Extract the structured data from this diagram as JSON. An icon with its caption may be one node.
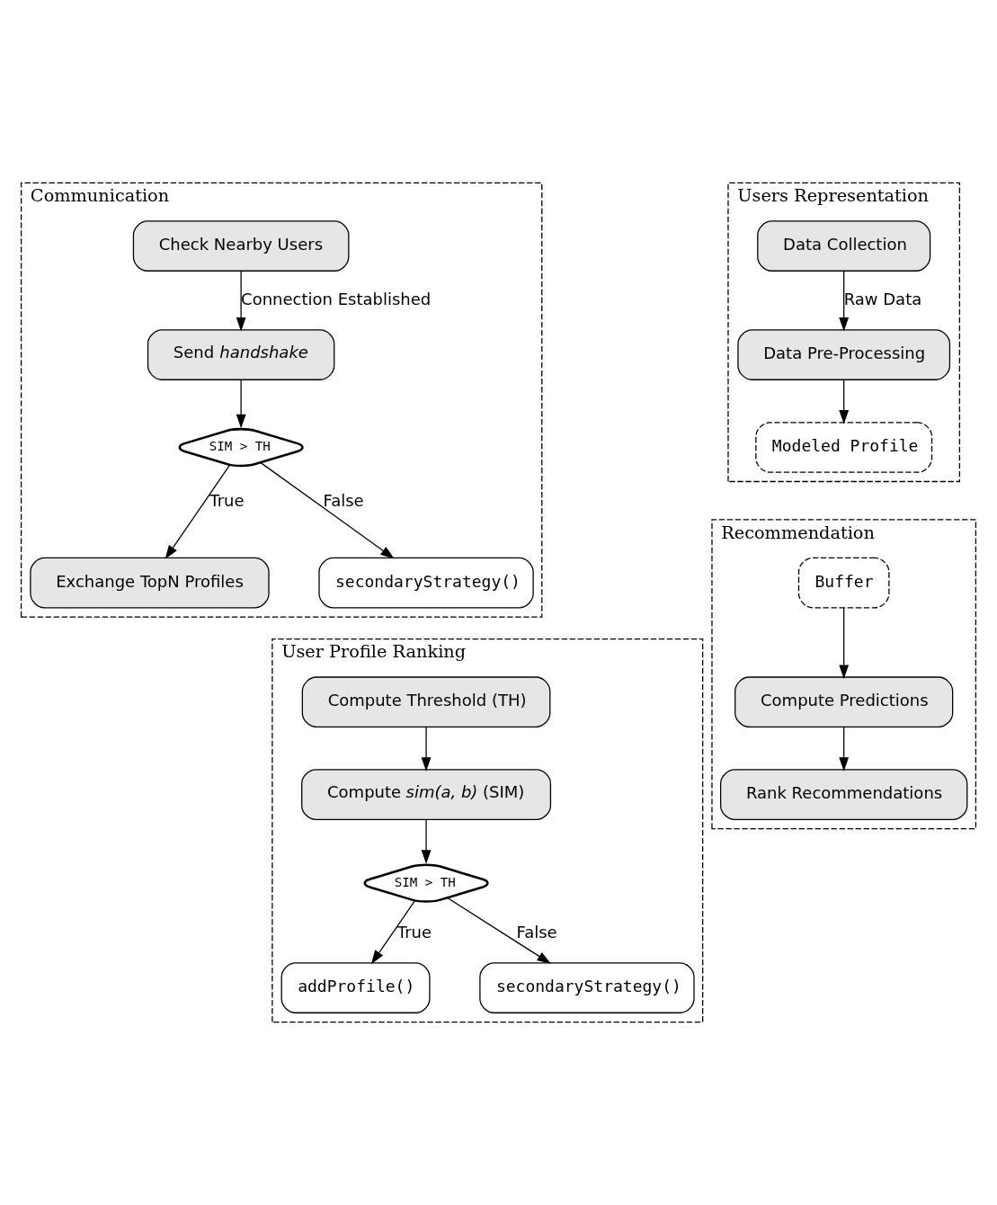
{
  "diagram": {
    "nodes": [
      {
        "text": [
          "Communication"
        ]
      },
      {
        "text": [
          "Check Nearby Users"
        ],
        "in": 0
      },
      {
        "text": [
          "Send *handshake*"
        ],
        "in": 0
      },
      {
        "text": [
          "SIM > TH"
        ],
        "in": 0
      },
      {
        "text": [
          "Exchange TopN Profiles"
        ],
        "in": 0
      },
      {
        "text": [
          "secondaryStrategy()"
        ],
        "in": 0
      },
      {
        "text": [
          "Users Representation"
        ]
      },
      {
        "text": [
          "Data Collection"
        ],
        "in": 6
      },
      {
        "text": [
          "Data Pre-Processing"
        ],
        "in": 6
      },
      {
        "text": [
          "Modeled Profile"
        ],
        "in": 6
      },
      {
        "text": [
          "User Profile Ranking"
        ]
      },
      {
        "text": [
          "Compute Threshold (TH)"
        ],
        "in": 10
      },
      {
        "text": [
          "Compute *sim(a, b)* (SIM)"
        ],
        "in": 10
      },
      {
        "text": [
          "SIM > TH"
        ],
        "in": 10
      },
      {
        "text": [
          "addProfile()"
        ],
        "in": 10
      },
      {
        "text": [
          "secondaryStrategy()"
        ],
        "in": 10
      },
      {
        "text": [
          "Recommendation"
        ]
      },
      {
        "text": [
          "Buffer"
        ],
        "in": 16
      },
      {
        "text": [
          "Compute Predictions"
        ],
        "in": 16
      },
      {
        "text": [
          "Rank Recommendations"
        ],
        "in": 16
      }
    ],
    "edges": [
      {
        "from": 1,
        "to": 2,
        "arrow": "to",
        "label": "Connection Established"
      },
      {
        "from": 2,
        "to": 3,
        "arrow": "to"
      },
      {
        "from": 3,
        "to": 4,
        "arrow": "to",
        "label": "True"
      },
      {
        "from": 3,
        "to": 5,
        "arrow": "to",
        "label": "False"
      },
      {
        "from": 7,
        "to": 8,
        "arrow": "to",
        "label": "Raw Data"
      },
      {
        "from": 8,
        "to": 9,
        "arrow": "to"
      },
      {
        "from": 11,
        "to": 12,
        "arrow": "to"
      },
      {
        "from": 12,
        "to": 13,
        "arrow": "to"
      },
      {
        "from": 13,
        "to": 14,
        "arrow": "to",
        "label": "True"
      },
      {
        "from": 13,
        "to": 15,
        "arrow": "to",
        "label": "False"
      },
      {
        "from": 17,
        "to": 18,
        "arrow": "to"
      },
      {
        "from": 18,
        "to": 19,
        "arrow": "to"
      }
    ]
  }
}
